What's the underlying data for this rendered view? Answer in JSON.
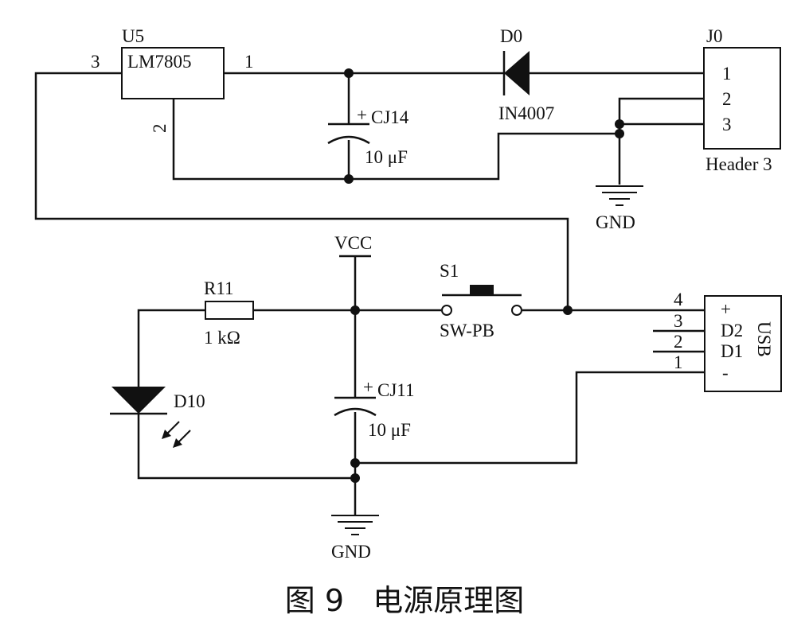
{
  "figure": {
    "caption": "图 9   电源原理图",
    "colors": {
      "ink": "#111111",
      "background": "#ffffff"
    }
  },
  "components": {
    "regulator": {
      "ref": "U5",
      "value": "LM7805",
      "pin_in": "3",
      "pin_out": "1",
      "pin_gnd": "2"
    },
    "diode": {
      "ref": "D0",
      "value": "IN4007"
    },
    "connector_j0": {
      "ref": "J0",
      "value": "Header 3",
      "pins": [
        "1",
        "2",
        "3"
      ]
    },
    "cap_top": {
      "ref": "CJ14",
      "value": "10 μF",
      "polarity": "+"
    },
    "cap_bottom": {
      "ref": "CJ11",
      "value": "10 μF",
      "polarity": "+"
    },
    "resistor": {
      "ref": "R11",
      "value": "1 kΩ"
    },
    "led": {
      "ref": "D10"
    },
    "switch": {
      "ref": "S1",
      "value": "SW-PB"
    },
    "usb": {
      "ref": "USB",
      "pin_numbers": [
        "4",
        "3",
        "2",
        "1"
      ],
      "pin_names": [
        "+",
        "D2",
        "D1",
        "-"
      ]
    }
  },
  "nets": {
    "gnd_top": "GND",
    "gnd_bottom": "GND",
    "vcc": "VCC"
  }
}
